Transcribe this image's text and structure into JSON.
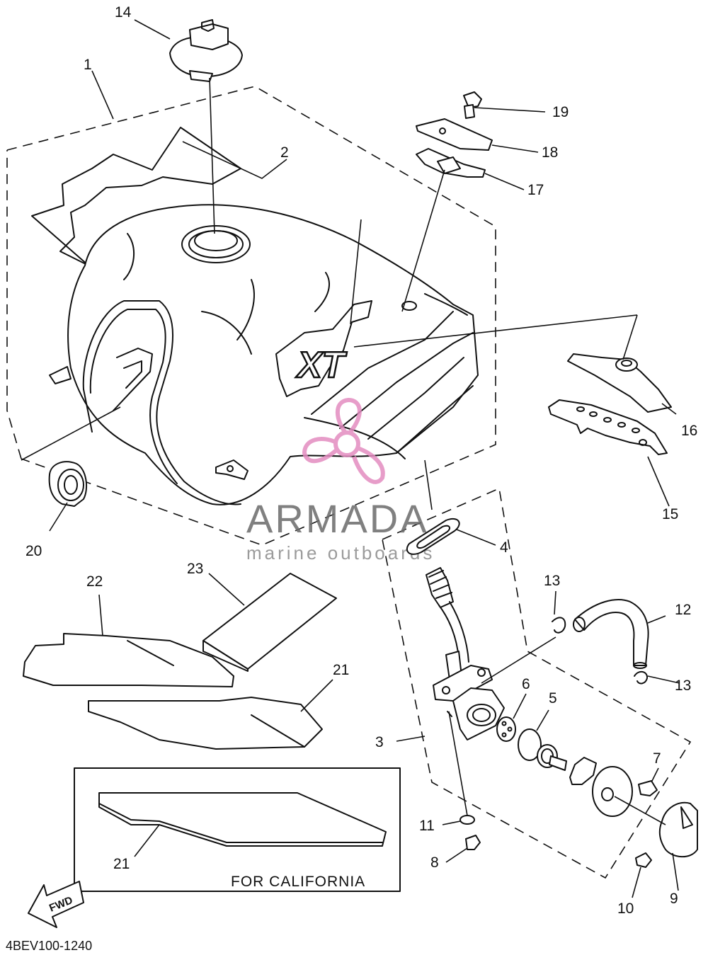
{
  "watermark": {
    "brand": "ARMADA",
    "tagline": "marine outboards",
    "logo_color": "#e38cc0"
  },
  "callouts": {
    "c1": "1",
    "c2": "2",
    "c3": "3",
    "c4": "4",
    "c5": "5",
    "c6": "6",
    "c7": "7",
    "c8": "8",
    "c9": "9",
    "c10": "10",
    "c11": "11",
    "c12": "12",
    "c13a": "13",
    "c13b": "13",
    "c14": "14",
    "c15": "15",
    "c16": "16",
    "c17": "17",
    "c18": "18",
    "c19": "19",
    "c20": "20",
    "c21a": "21",
    "c21b": "21",
    "c22": "22",
    "c23": "23"
  },
  "california_note": "FOR CALIFORNIA",
  "fwd_label": "FWD",
  "tank_badge": "XT",
  "diagram_code": "4BEV100-1240"
}
